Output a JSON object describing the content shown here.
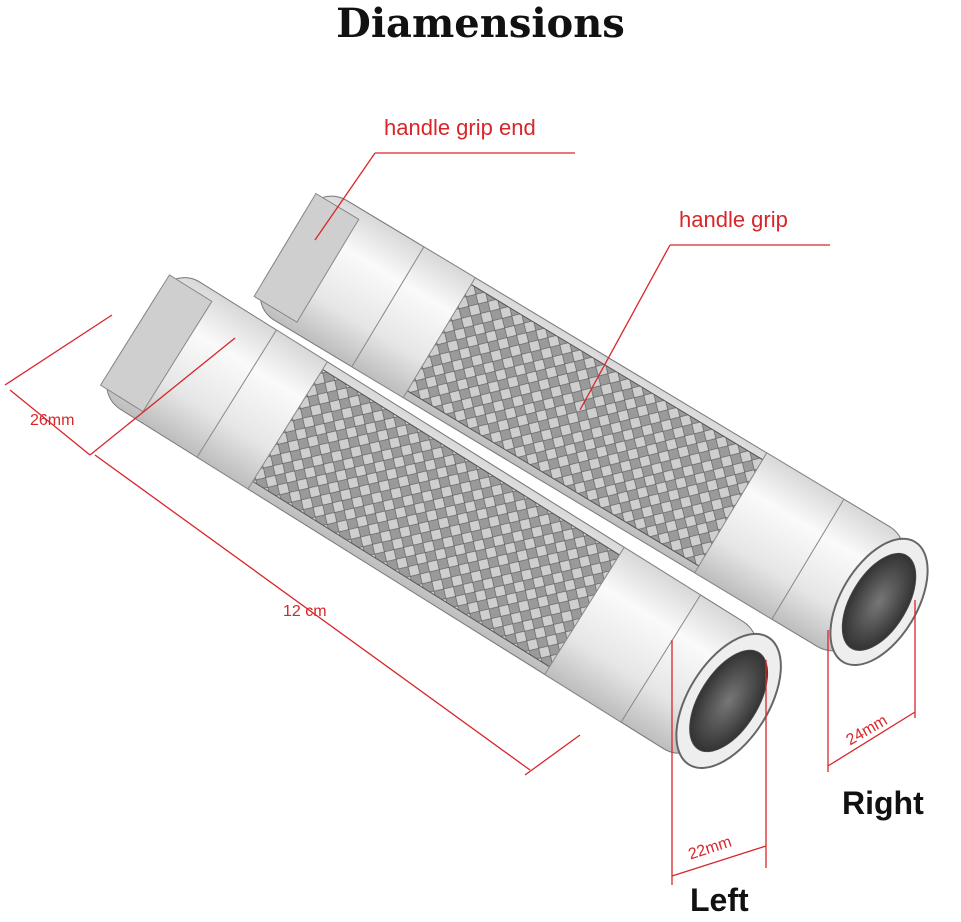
{
  "title": "Diamensions",
  "labels": {
    "grip_end": "handle grip end",
    "grip": "handle grip",
    "diameter_outer": "26mm",
    "length": "12 cm",
    "left_inner": "22mm",
    "right_inner": "24mm"
  },
  "sides": {
    "right": "Right",
    "left": "Left"
  },
  "colors": {
    "annotation": "#d8262a",
    "title": "#111111"
  }
}
